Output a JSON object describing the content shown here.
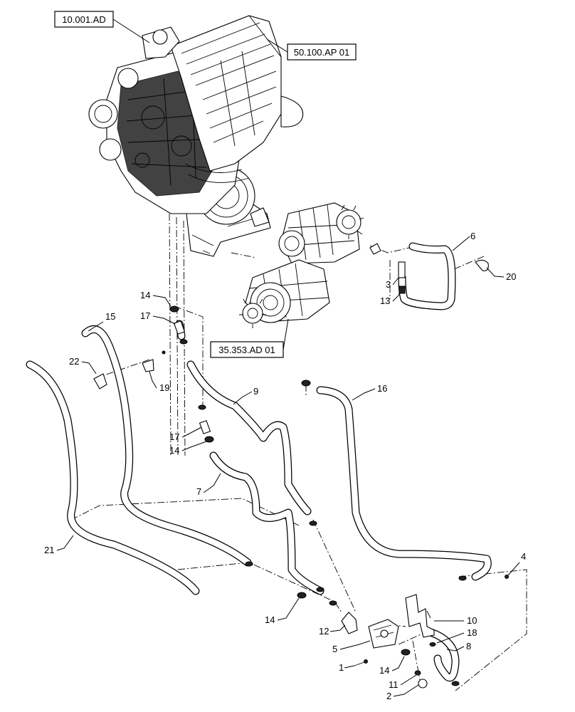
{
  "references": [
    {
      "id": "ref-engine",
      "label": "10.001.AD"
    },
    {
      "id": "ref-cooling",
      "label": "50.100.AP 01"
    },
    {
      "id": "ref-motor",
      "label": "35.353.AD 01"
    }
  ],
  "callouts": {
    "c1": "1",
    "c2": "2",
    "c3": "3",
    "c4": "4",
    "c5": "5",
    "c6": "6",
    "c7": "7",
    "c8": "8",
    "c9": "9",
    "c10": "10",
    "c11": "11",
    "c12": "12",
    "c13": "13",
    "c14a": "14",
    "c14b": "14",
    "c14c": "14",
    "c14d": "14",
    "c15": "15",
    "c16": "16",
    "c17a": "17",
    "c17b": "17",
    "c18": "18",
    "c19": "19",
    "c20": "20",
    "c21": "21",
    "c22": "22"
  }
}
